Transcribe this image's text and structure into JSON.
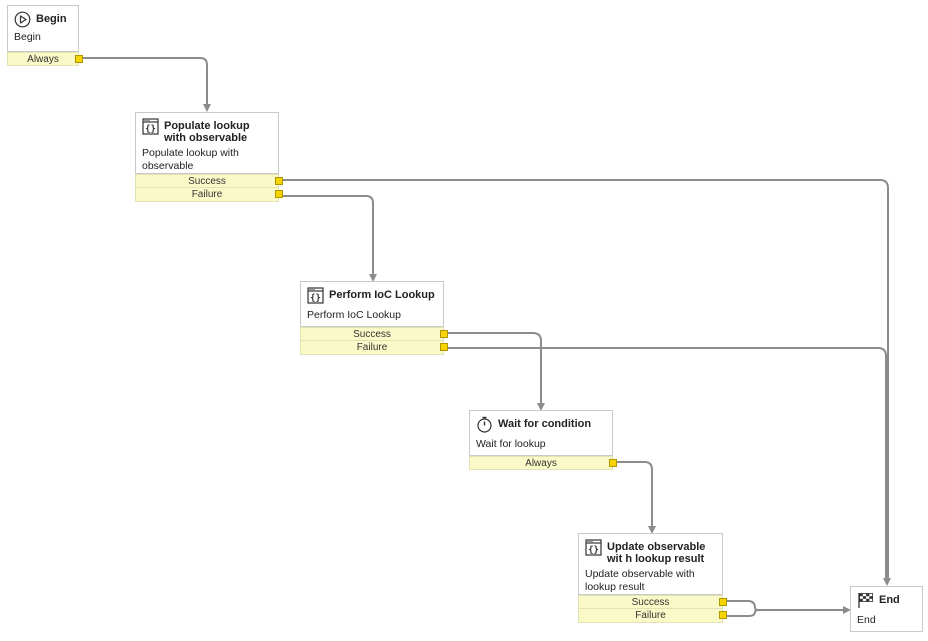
{
  "nodes": {
    "begin": {
      "title": "Begin",
      "description": "Begin",
      "icon": "play-icon",
      "outputs": [
        "Always"
      ]
    },
    "populate": {
      "title": "Populate lookup with observable",
      "description": "Populate lookup with observable",
      "icon": "script-braces-icon",
      "outputs": [
        "Success",
        "Failure"
      ]
    },
    "ioc": {
      "title": "Perform IoC Lookup",
      "description": "Perform IoC Lookup",
      "icon": "script-braces-icon",
      "outputs": [
        "Success",
        "Failure"
      ]
    },
    "wait": {
      "title": "Wait for condition",
      "description": "Wait for lookup",
      "icon": "stopwatch-icon",
      "outputs": [
        "Always"
      ]
    },
    "update": {
      "title": "Update observable wit h lookup result",
      "description": "Update observable with lookup result",
      "icon": "script-braces-icon",
      "outputs": [
        "Success",
        "Failure"
      ]
    },
    "end": {
      "title": "End",
      "description": "End",
      "icon": "checkered-flag-icon",
      "outputs": []
    }
  },
  "colors": {
    "port": "#f5d400",
    "output_bg": "#fafac8",
    "wire": "#8c8c8c",
    "border": "#c9c9c9"
  }
}
